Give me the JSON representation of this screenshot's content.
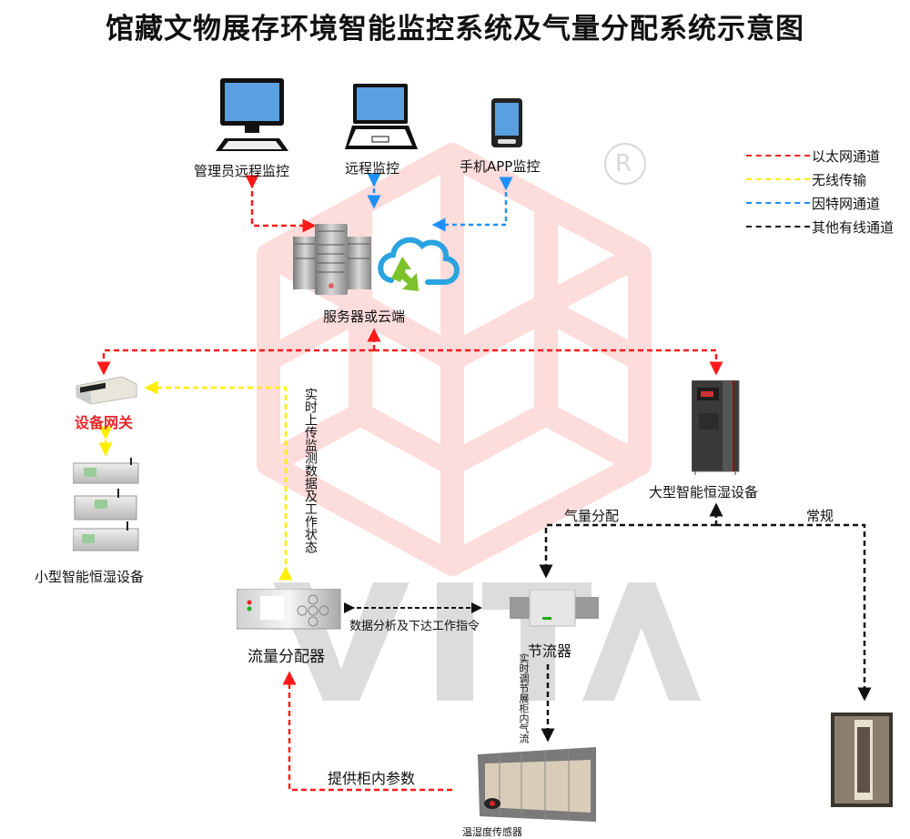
{
  "title": "馆藏文物展存环境智能监控系统及气量分配系统示意图",
  "watermark": {
    "brand": "VITA",
    "registered_mark": "R"
  },
  "legend": [
    {
      "label": "以太网通道",
      "color": "#ff1a1a"
    },
    {
      "label": "无线传输",
      "color": "#ffee00"
    },
    {
      "label": "因特网通道",
      "color": "#1e90ff"
    },
    {
      "label": "其他有线通道",
      "color": "#111111"
    }
  ],
  "nodes": {
    "admin_monitor": "管理员远程监控",
    "remote_monitor": "远程监控",
    "mobile_app": "手机APP监控",
    "server_cloud": "服务器或云端",
    "gateway": "设备网关",
    "small_equipment": "小型智能恒湿设备",
    "large_equipment": "大型智能恒湿设备",
    "flow_distributor": "流量分配器",
    "throttle": "节流器",
    "sensor": "温湿度传感器"
  },
  "edge_labels": {
    "upload": "实时上传监测数据及工作状态",
    "analysis": "数据分析及下达工作指令",
    "air_distribution": "气量分配",
    "regular": "常规",
    "adjust_airflow": "实时调节展柜内气流",
    "cabinet_params": "提供柜内参数"
  },
  "colors": {
    "ethernet": "#ff1a1a",
    "wireless": "#ffee00",
    "internet": "#1e90ff",
    "wired": "#111111",
    "watermark_red": "#fddcdc",
    "watermark_gray": "#dcdcdc",
    "gateway_text": "#e8262a"
  }
}
